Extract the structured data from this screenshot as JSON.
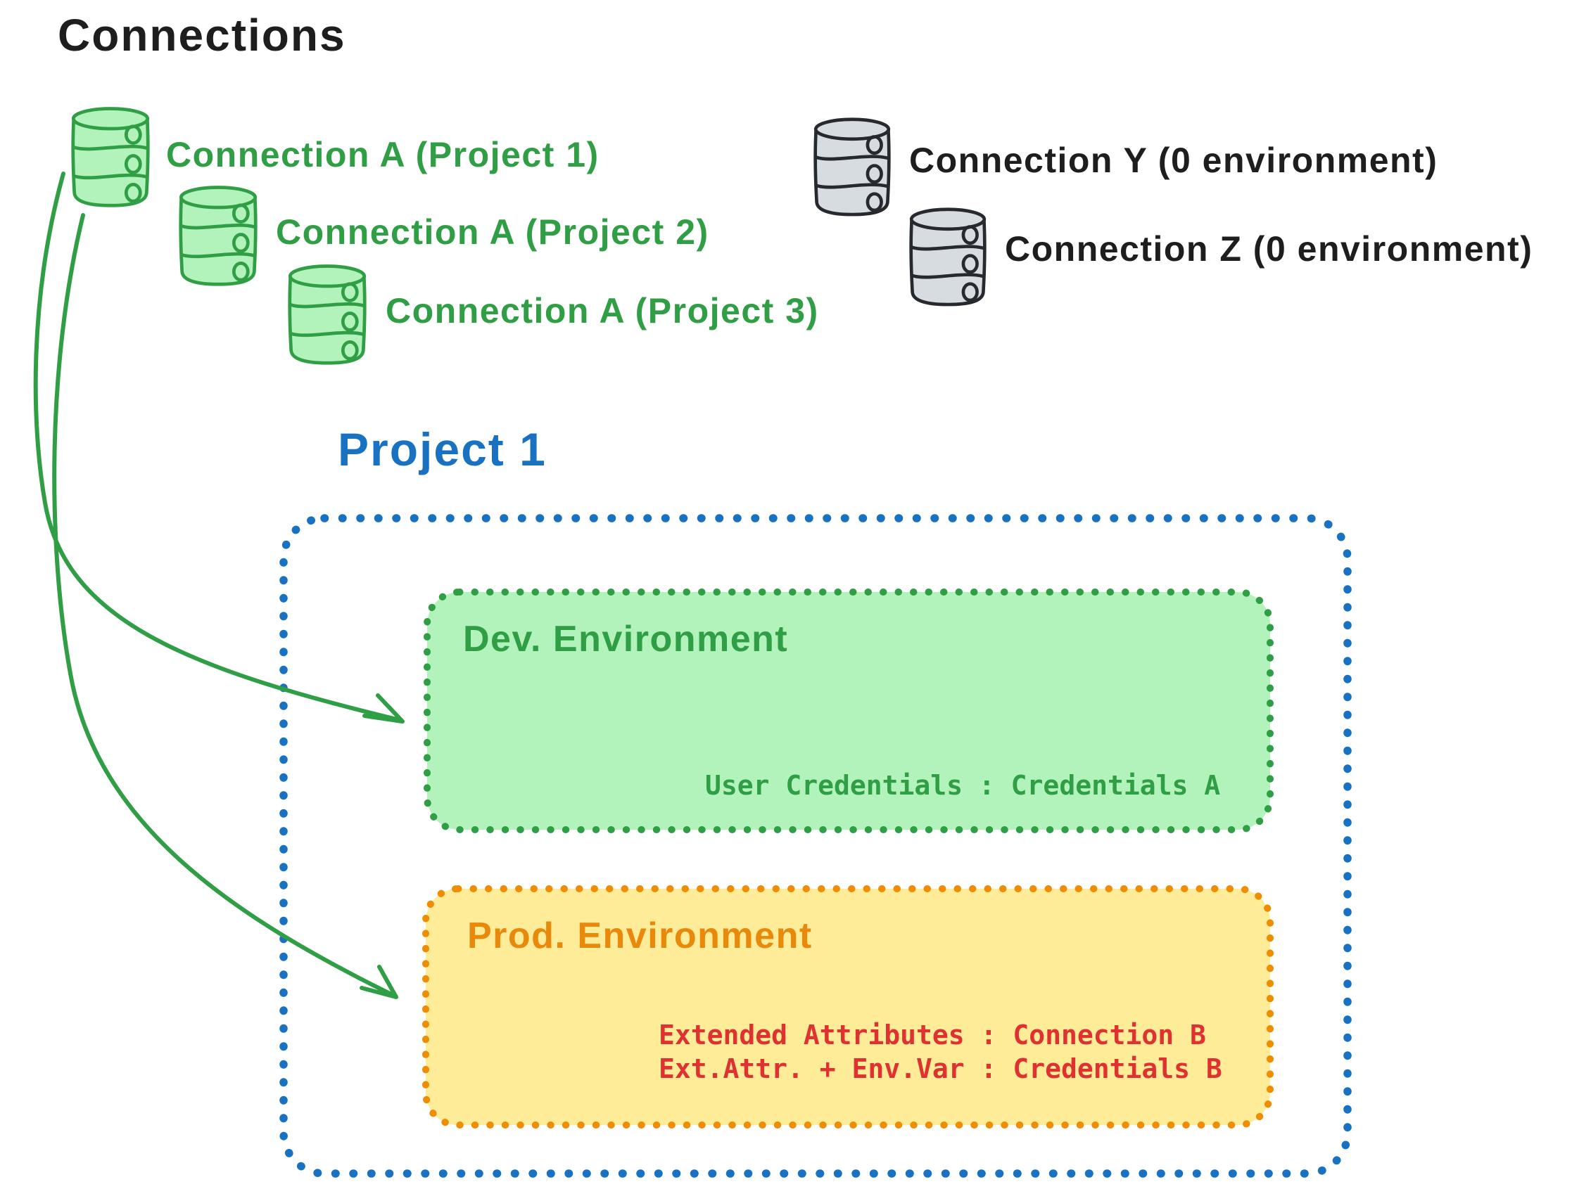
{
  "title": "Connections",
  "connections": {
    "project_scoped": [
      {
        "icon": "database-icon",
        "label": "Connection A (Project 1)"
      },
      {
        "icon": "database-icon",
        "label": "Connection A (Project 2)"
      },
      {
        "icon": "database-icon",
        "label": "Connection A (Project 3)"
      }
    ],
    "unassigned": [
      {
        "icon": "database-icon",
        "label": "Connection Y (0 environment)"
      },
      {
        "icon": "database-icon",
        "label": "Connection Z (0 environment)"
      }
    ]
  },
  "project": {
    "title": "Project 1",
    "environments": [
      {
        "name": "Dev. Environment",
        "mappings": [
          "User Credentials : Credentials A"
        ]
      },
      {
        "name": "Prod. Environment",
        "mappings": [
          "Extended Attributes : Connection B",
          "Ext.Attr. + Env.Var : Credentials B"
        ]
      }
    ]
  },
  "colors": {
    "green_stroke": "#2f9e44",
    "green_fill": "#b2f2bb",
    "blue": "#1971c2",
    "orange_stroke": "#f08c00",
    "orange_text": "#e8890c",
    "yellow_fill": "#ffec99",
    "red_text": "#e03131",
    "black": "#1e1e1e",
    "gray_fill": "#d7dce1"
  }
}
